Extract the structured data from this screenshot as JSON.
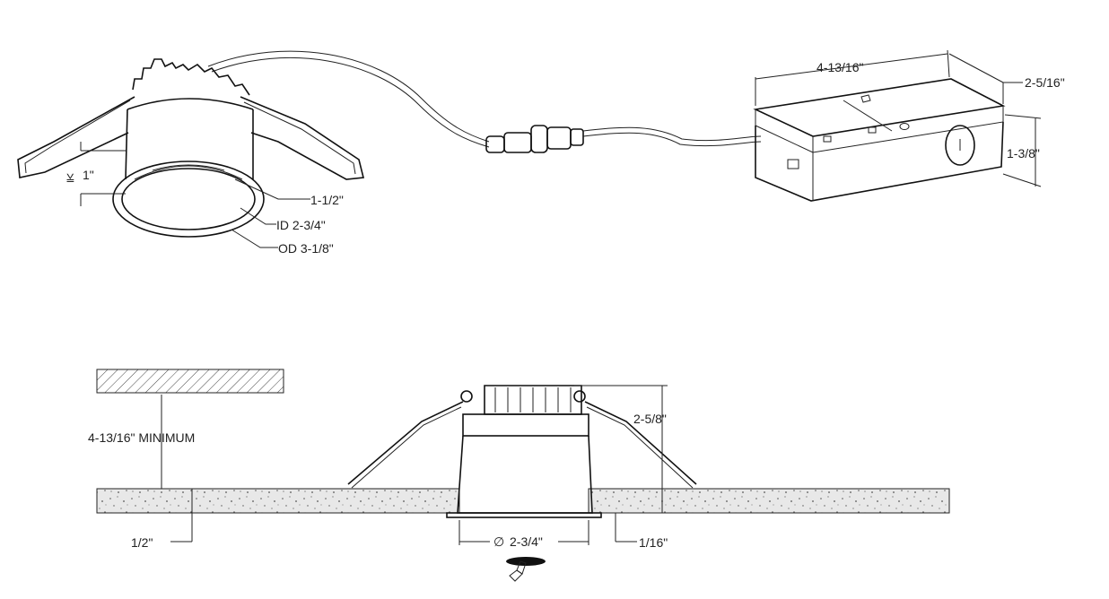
{
  "dimensions": {
    "fixture": {
      "depth_symbol": "⩣",
      "depth": "1\"",
      "trim_height": "1-1/2\"",
      "inner_diameter": "ID 2-3/4\"",
      "outer_diameter": "OD 3-1/8\""
    },
    "junction_box": {
      "length": "4-13/16\"",
      "width": "2-5/16\"",
      "height": "1-3/8\""
    },
    "install": {
      "clearance": "4-13/16\" MINIMUM",
      "fixture_height": "2-5/8\"",
      "ceiling_thickness": "1/2\"",
      "cutout_diameter_symbol": "∅",
      "cutout_diameter": "2-3/4\"",
      "trim_thickness": "1/16\""
    }
  }
}
